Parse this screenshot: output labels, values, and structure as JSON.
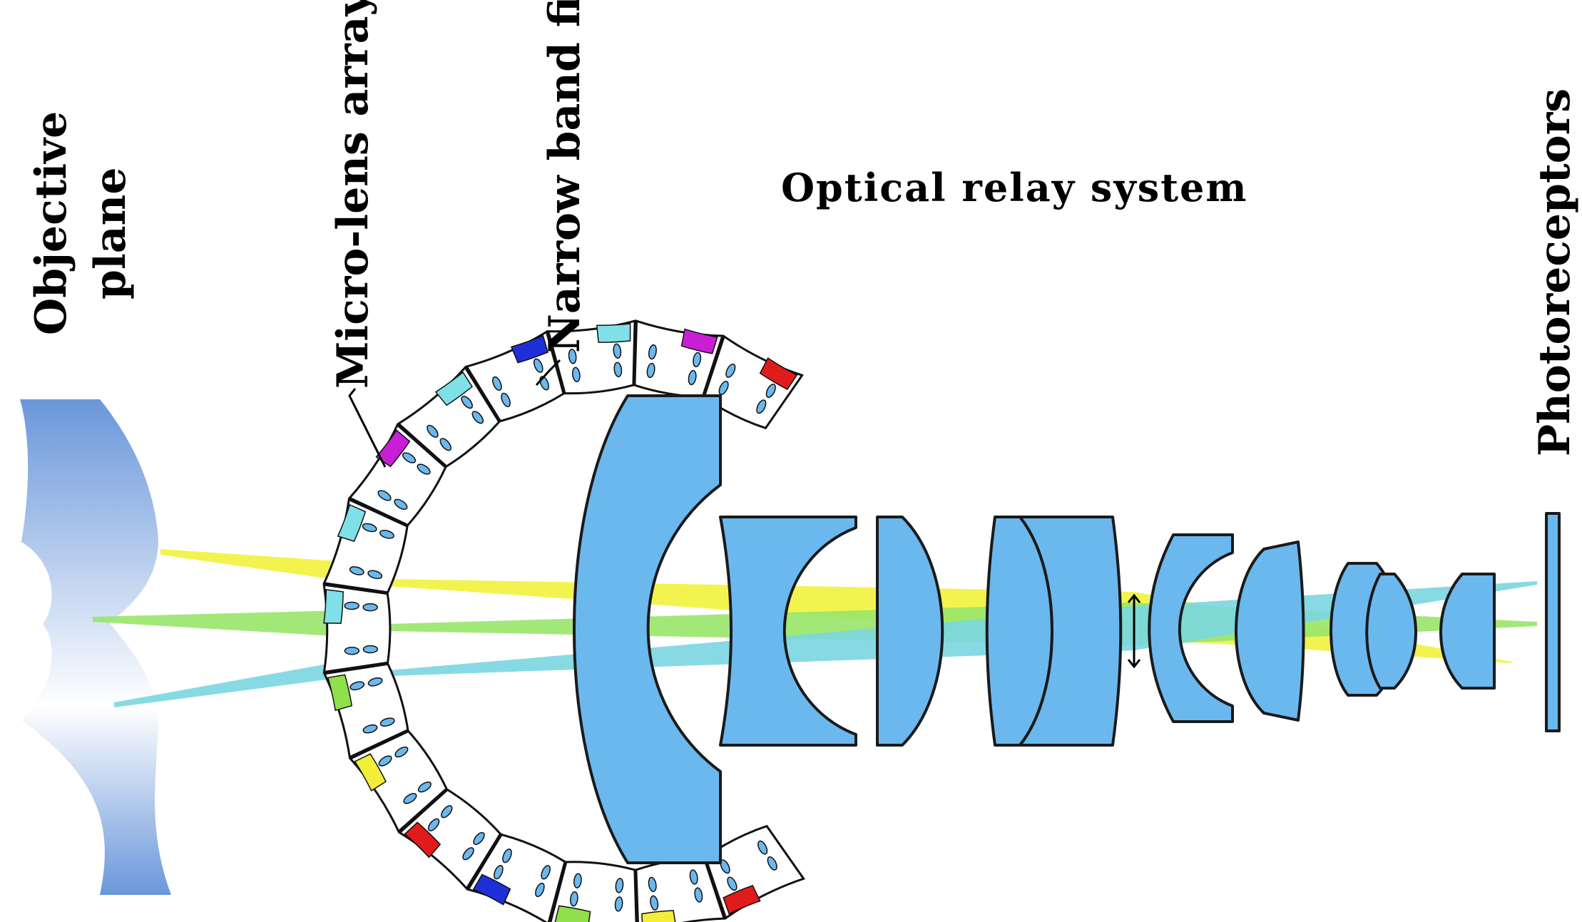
{
  "labels": {
    "objective_plane_line1": "Objective",
    "objective_plane_line2": "plane",
    "micro_lens_array": "Micro-lens  array",
    "narrow_band_filter": "Narrow band filter",
    "optical_relay_system": "Optical relay system",
    "photoreceptors": "Photoreceptors"
  },
  "colors": {
    "lens_fill": "#6bb8ee",
    "lens_stroke": "#1a1a1a",
    "objective_dark": "#6a97da",
    "objective_light": "#ffffff",
    "ray_yellow": "#f2f23c",
    "ray_green": "#98e66a",
    "ray_cyan": "#7ad6e0",
    "filter_palette": [
      "#e01b1b",
      "#f2ee3a",
      "#8fe04a",
      "#1f2fd8",
      "#e01b1b",
      "#f2ee3a",
      "#8fe04a",
      "#7fe0e8",
      "#7fe0e8",
      "#c81fd6",
      "#7fe0e8",
      "#1f2fd8",
      "#7fe0e8",
      "#c81fd6"
    ]
  },
  "micro_lens_array": {
    "cell_count": 15
  }
}
